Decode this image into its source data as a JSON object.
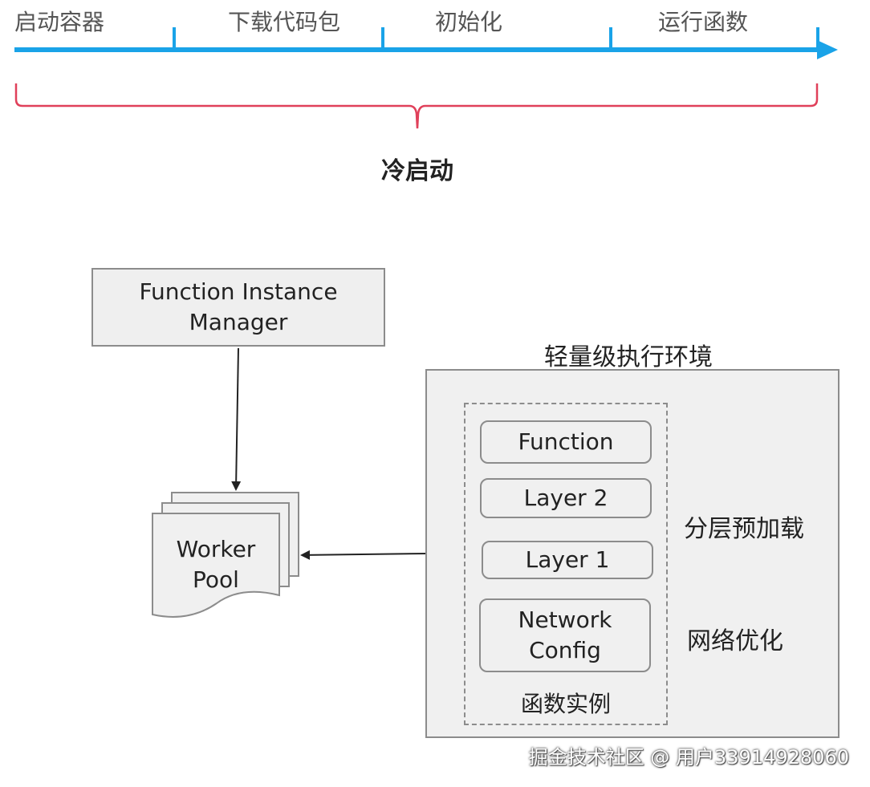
{
  "timeline": {
    "phases": [
      "启动容器",
      "下载代码包",
      "初始化",
      "运行函数"
    ],
    "cold_start_label": "冷启动",
    "arrow_color": "#1aa3e8",
    "brace_color": "#e0405a"
  },
  "manager": {
    "label": "Function Instance\nManager"
  },
  "worker_pool": {
    "label": "Worker\nPool"
  },
  "environment": {
    "title": "轻量级执行环境",
    "layers": {
      "function": "Function",
      "layer2": "Layer 2",
      "layer1": "Layer 1",
      "network": "Network\nConfig"
    },
    "instance_label": "函数实例",
    "preload_label": "分层预加载",
    "network_label": "网络优化"
  },
  "watermark": "掘金技术社区 @ 用户33914928060"
}
